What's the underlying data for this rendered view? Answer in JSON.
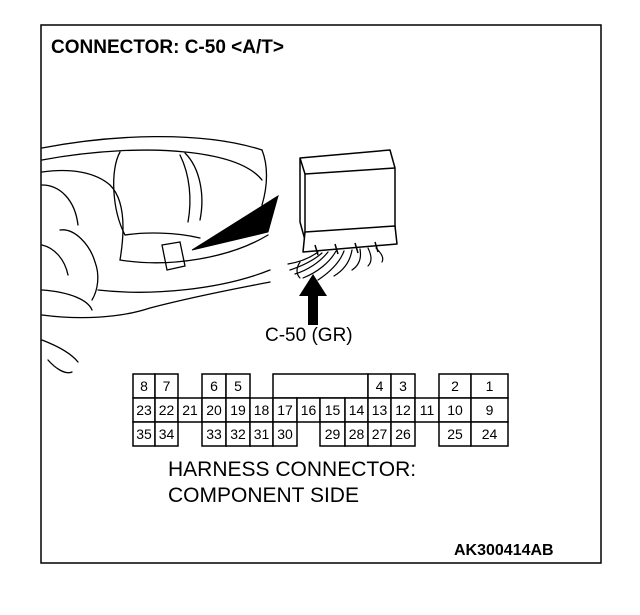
{
  "diagram": {
    "title": "CONNECTOR: C-50 <A/T>",
    "connector_label": "C-50 (GR)",
    "caption_line1": "HARNESS CONNECTOR:",
    "caption_line2": "COMPONENT SIDE",
    "figure_code": "AK300414AB"
  },
  "connector": {
    "top_row": [
      "8",
      "7",
      "",
      "6",
      "5",
      "",
      "",
      "",
      "",
      "",
      "4",
      "3",
      "",
      "2",
      "1"
    ],
    "middle_row": [
      "23",
      "22",
      "21",
      "20",
      "19",
      "18",
      "17",
      "16",
      "15",
      "14",
      "13",
      "12",
      "11",
      "10",
      "9"
    ],
    "bottom_row": [
      "35",
      "34",
      "",
      "33",
      "32",
      "31",
      "30",
      "",
      "29",
      "28",
      "27",
      "26",
      "",
      "25",
      "24"
    ]
  }
}
